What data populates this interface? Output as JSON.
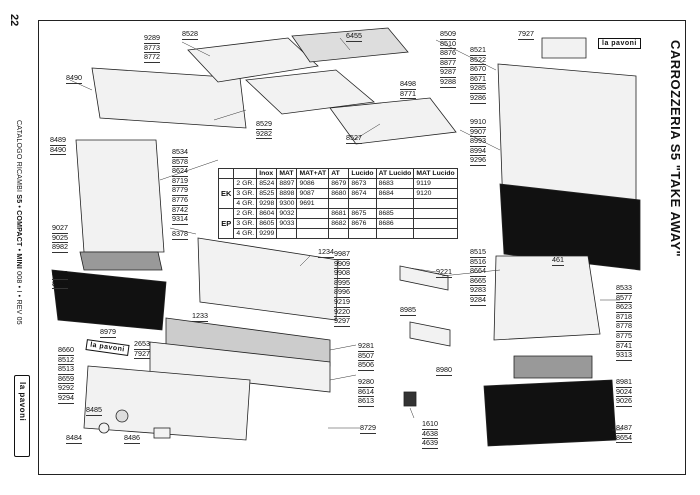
{
  "page_number": "22",
  "catalog_line": {
    "prefix": "CATALOGO RICAMBI ",
    "bold": "S5 • COMPACT • MINI",
    "suffix": " 008 • I • REV 05"
  },
  "title": "CARROZZERIA S5 \"TAKE AWAY\"",
  "brand": "la pavoni",
  "table": {
    "headers": [
      "",
      "",
      "Inox",
      "MAT",
      "MAT+AT",
      "AT",
      "Lucido",
      "AT Lucido",
      "MAT Lucido"
    ],
    "groups": [
      {
        "name": "EK",
        "rows": [
          [
            "2 GR.",
            "8524",
            "8897",
            "9086",
            "8679",
            "8673",
            "8683",
            "9119"
          ],
          [
            "3 GR.",
            "8525",
            "8898",
            "9087",
            "8680",
            "8674",
            "8684",
            "9120"
          ],
          [
            "4 GR.",
            "9298",
            "9300",
            "9691",
            "",
            "",
            "",
            ""
          ]
        ]
      },
      {
        "name": "EP",
        "rows": [
          [
            "2 GR.",
            "8604",
            "9032",
            "",
            "8681",
            "8675",
            "8685",
            ""
          ],
          [
            "3 GR.",
            "8605",
            "9033",
            "",
            "8682",
            "8676",
            "8686",
            ""
          ],
          [
            "4 GR.",
            "9299",
            "",
            "",
            "",
            "",
            "",
            ""
          ]
        ]
      }
    ]
  },
  "labels": [
    {
      "id": "l9289",
      "lines": [
        "9289",
        "8773",
        "8772"
      ]
    },
    {
      "id": "l8528",
      "lines": [
        "8528"
      ]
    },
    {
      "id": "l6455",
      "lines": [
        "6455"
      ]
    },
    {
      "id": "l8509",
      "lines": [
        "8509",
        "8510",
        "8876",
        "8877",
        "9287",
        "9288"
      ]
    },
    {
      "id": "l7927a",
      "lines": [
        "7927"
      ]
    },
    {
      "id": "l8521",
      "lines": [
        "8521",
        "8522",
        "8670",
        "8671",
        "9285",
        "9286"
      ]
    },
    {
      "id": "l8490a",
      "lines": [
        "8490"
      ]
    },
    {
      "id": "l8498",
      "lines": [
        "8498",
        "8771"
      ]
    },
    {
      "id": "l8529",
      "lines": [
        "8529",
        "9282"
      ]
    },
    {
      "id": "l8527",
      "lines": [
        "8527"
      ]
    },
    {
      "id": "l9910",
      "lines": [
        "9910",
        "9907",
        "8993",
        "8994",
        "9296"
      ]
    },
    {
      "id": "l8489",
      "lines": [
        "8489",
        "8490"
      ]
    },
    {
      "id": "l8534",
      "lines": [
        "8534",
        "8578",
        "8624",
        "8719",
        "8779",
        "8776",
        "8742",
        "9314"
      ]
    },
    {
      "id": "l8378",
      "lines": [
        "8378"
      ]
    },
    {
      "id": "l9027",
      "lines": [
        "9027",
        "9025",
        "8982"
      ]
    },
    {
      "id": "l1234",
      "lines": [
        "1234"
      ]
    },
    {
      "id": "l9987",
      "lines": [
        "9987",
        "9909",
        "9908",
        "8995",
        "8996",
        "9219",
        "9220",
        "9297"
      ]
    },
    {
      "id": "l8515",
      "lines": [
        "8515",
        "8516",
        "8664",
        "8665",
        "9283",
        "9284"
      ]
    },
    {
      "id": "l461",
      "lines": [
        "461"
      ]
    },
    {
      "id": "l9221",
      "lines": [
        "9221"
      ]
    },
    {
      "id": "l8488",
      "lines": [
        "8488",
        "8655"
      ]
    },
    {
      "id": "l8533",
      "lines": [
        "8533",
        "8577",
        "8623",
        "8718",
        "8778",
        "8775",
        "8741",
        "9313"
      ]
    },
    {
      "id": "l8985",
      "lines": [
        "8985"
      ]
    },
    {
      "id": "l1233",
      "lines": [
        "1233"
      ]
    },
    {
      "id": "l8979",
      "lines": [
        "8979"
      ]
    },
    {
      "id": "l8980",
      "lines": [
        "8980"
      ]
    },
    {
      "id": "l2653",
      "lines": [
        "2653",
        "7927"
      ]
    },
    {
      "id": "l9281",
      "lines": [
        "9281",
        "8507",
        "8506"
      ]
    },
    {
      "id": "l8660",
      "lines": [
        "8660",
        "8512",
        "8513",
        "8659",
        "9292",
        "9294"
      ]
    },
    {
      "id": "l9280",
      "lines": [
        "9280",
        "8614",
        "8613"
      ]
    },
    {
      "id": "l8981",
      "lines": [
        "8981",
        "9024",
        "9026"
      ]
    },
    {
      "id": "l8485",
      "lines": [
        "8485"
      ]
    },
    {
      "id": "l8484",
      "lines": [
        "8484"
      ]
    },
    {
      "id": "l8486",
      "lines": [
        "8486"
      ]
    },
    {
      "id": "l8729",
      "lines": [
        "8729"
      ]
    },
    {
      "id": "l1610",
      "lines": [
        "1610",
        "4638",
        "4639"
      ]
    },
    {
      "id": "l8487",
      "lines": [
        "8487",
        "8654"
      ]
    }
  ]
}
